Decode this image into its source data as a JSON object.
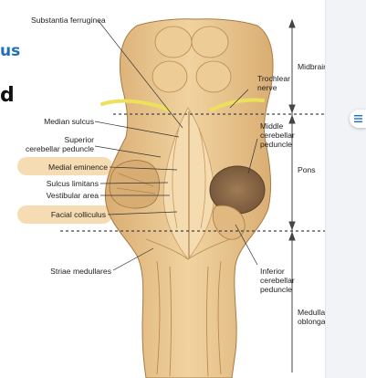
{
  "page": {
    "fragment_top": "us",
    "fragment_bottom": "d"
  },
  "colors": {
    "accent": "#1f6fc0",
    "highlight": "#f6dcb2",
    "tissue": "#e8c48c",
    "tissue_dark": "#c99a5d",
    "tissue_light": "#f3d9a8",
    "peduncle": "#8a6a4a",
    "trochlear_nerve": "#ece15a"
  },
  "diagram": {
    "labels": {
      "substantia_ferruginea": "Substantia ferruginea",
      "median_sulcus": "Median sulcus",
      "superior_cp_line1": "Superior",
      "superior_cp_line2": "cerebellar peduncle",
      "medial_eminence": "Medial eminence",
      "sulcus_limitans": "Sulcus limitans",
      "vestibular_area": "Vestibular area",
      "facial_colliculus": "Facial colliculus",
      "striae_medullares": "Striae medullares",
      "trochlear_line1": "Trochlear",
      "trochlear_line2": "nerve",
      "middle_cp_line1": "Middle",
      "middle_cp_line2": "cerebellar",
      "middle_cp_line3": "peduncle",
      "inferior_cp_line1": "Inferior",
      "inferior_cp_line2": "cerebellar",
      "inferior_cp_line3": "peduncle",
      "midbrain": "Midbrain",
      "pons": "Pons",
      "medulla_line1": "Medulla",
      "medulla_line2": "oblongata"
    }
  },
  "sidebar": {
    "menu_icon": "menu-icon"
  }
}
